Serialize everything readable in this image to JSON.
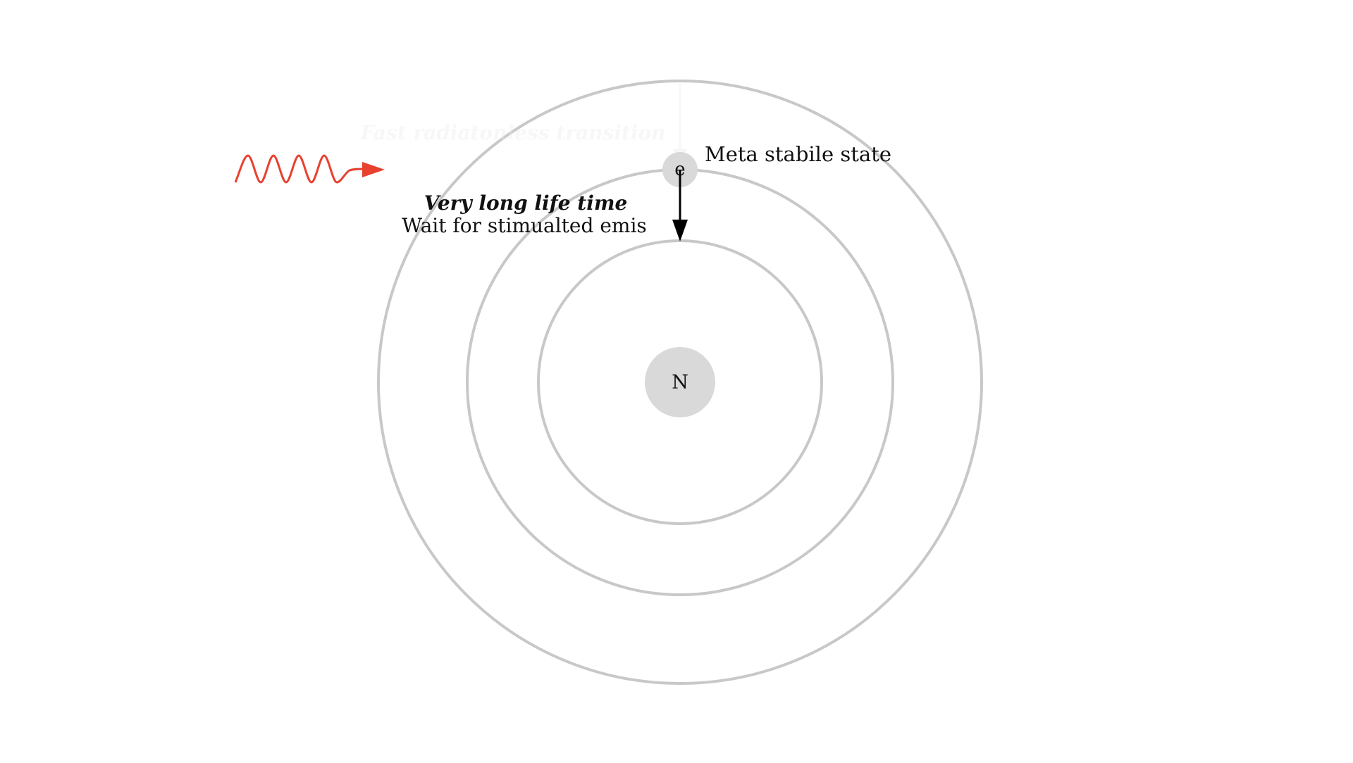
{
  "diagram": {
    "nucleus_label": "N",
    "electron_label": "e",
    "meta_state_label": "Meta stabile state",
    "faded_transition_label": "Fast radiatonless transition",
    "life_time_label": "Very long life time",
    "wait_label": "Wait for stimualted emis",
    "colors": {
      "orbit": "#c8c8c8",
      "nucleus_fill": "#d9d9d9",
      "electron_fill": "#d9d9d9",
      "photon": "#e8412f",
      "arrow": "#000000",
      "faded": "#f0f0f0",
      "text": "#111111"
    },
    "icons": {
      "photon": "wavy-arrow-icon",
      "transition": "down-arrow-icon"
    }
  }
}
